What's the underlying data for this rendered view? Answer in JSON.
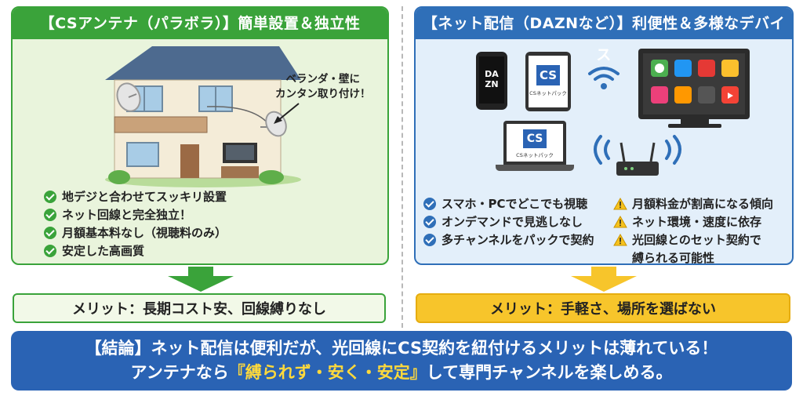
{
  "left_panel": {
    "title": "【CSアンテナ（パラボラ）】簡単設置＆独立性",
    "callout": [
      "ベランダ・壁に",
      "カンタン取り付け！"
    ],
    "points": [
      "地デジと合わせてスッキリ設置",
      "ネット回線と完全独立！",
      "月額基本料なし（視聴料のみ）",
      "安定した高画質"
    ],
    "merit": "メリット：長期コスト安、回線縛りなし"
  },
  "right_panel": {
    "title": "【ネット配信（DAZNなど）】利便性＆多様なデバイス",
    "phone_logo": [
      "DA",
      "ZN"
    ],
    "tablet_logo": "CS",
    "tablet_caption": "CSネットパック",
    "laptop_logo": "CS",
    "laptop_caption": "CSネットパック",
    "pros": [
      "スマホ・PCでどこでも視聴",
      "オンデマンドで見逃しなし",
      "多チャンネルをパックで契約"
    ],
    "cons": [
      "月額料金が割高になる傾向",
      "ネット環境・速度に依存",
      "光回線とのセット契約で",
      "縛られる可能性"
    ],
    "merit": "メリット：手軽さ、場所を選ばない"
  },
  "conclusion": {
    "line1": "【結論】ネット配信は便利だが、光回線にCS契約を紐付けるメリットは薄れている！",
    "line2_pre": "アンテナなら",
    "line2_highlight": "『縛られず・安く・安定』",
    "line2_post": "して専門チャンネルを楽しめる。"
  },
  "colors": {
    "green": "#3aa33a",
    "blue": "#2f6fb8",
    "yellow": "#f7c52b",
    "navy": "#2a63b4"
  }
}
